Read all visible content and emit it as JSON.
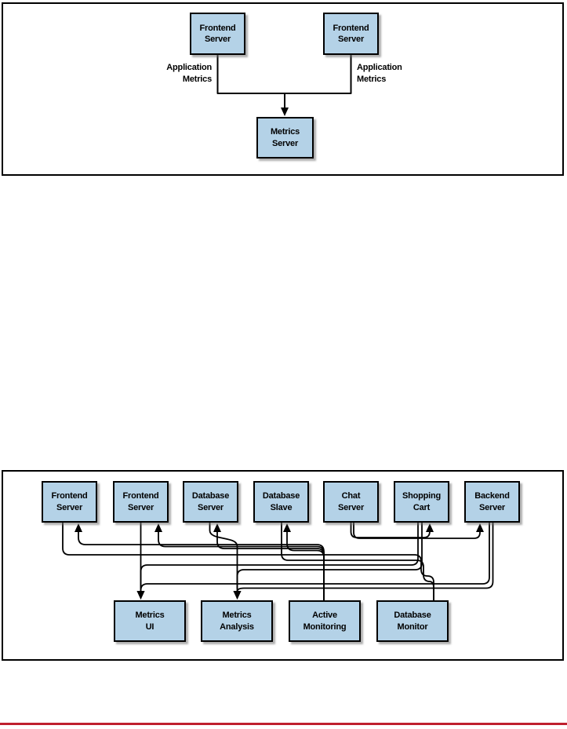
{
  "colors": {
    "box_fill": "#b4d2e7",
    "box_border": "#000000",
    "line": "#000000",
    "bottom_rule": "#bf1f2e",
    "page_background": "#ffffff"
  },
  "figure_top": {
    "boxes": {
      "frontend_left": "Frontend\nServer",
      "frontend_right": "Frontend\nServer",
      "metrics_server": "Metrics\nServer"
    },
    "edge_labels": {
      "left": "Application\nMetrics",
      "right": "Application\nMetrics"
    },
    "arrows": [
      {
        "from": "Frontend Server (left)",
        "to": "Metrics Server"
      },
      {
        "from": "Frontend Server (right)",
        "to": "Metrics Server"
      }
    ]
  },
  "figure_bottom": {
    "top_row": [
      {
        "label": "Frontend\nServer"
      },
      {
        "label": "Frontend\nServer"
      },
      {
        "label": "Database\nServer"
      },
      {
        "label": "Database\nSlave"
      },
      {
        "label": "Chat\nServer"
      },
      {
        "label": "Shopping\nCart"
      },
      {
        "label": "Backend\nServer"
      }
    ],
    "bottom_row": [
      {
        "label": "Metrics\nUI"
      },
      {
        "label": "Metrics\nAnalysis"
      },
      {
        "label": "Active\nMonitoring"
      },
      {
        "label": "Database\nMonitor"
      }
    ],
    "visible_arrowheads": {
      "pointing_up_into": [
        "Frontend Server (1st)",
        "Frontend Server (2nd)",
        "Database Server",
        "Database Slave",
        "Shopping Cart",
        "Backend Server"
      ],
      "pointing_down_into": [
        "Metrics UI",
        "Metrics Analysis"
      ]
    }
  }
}
